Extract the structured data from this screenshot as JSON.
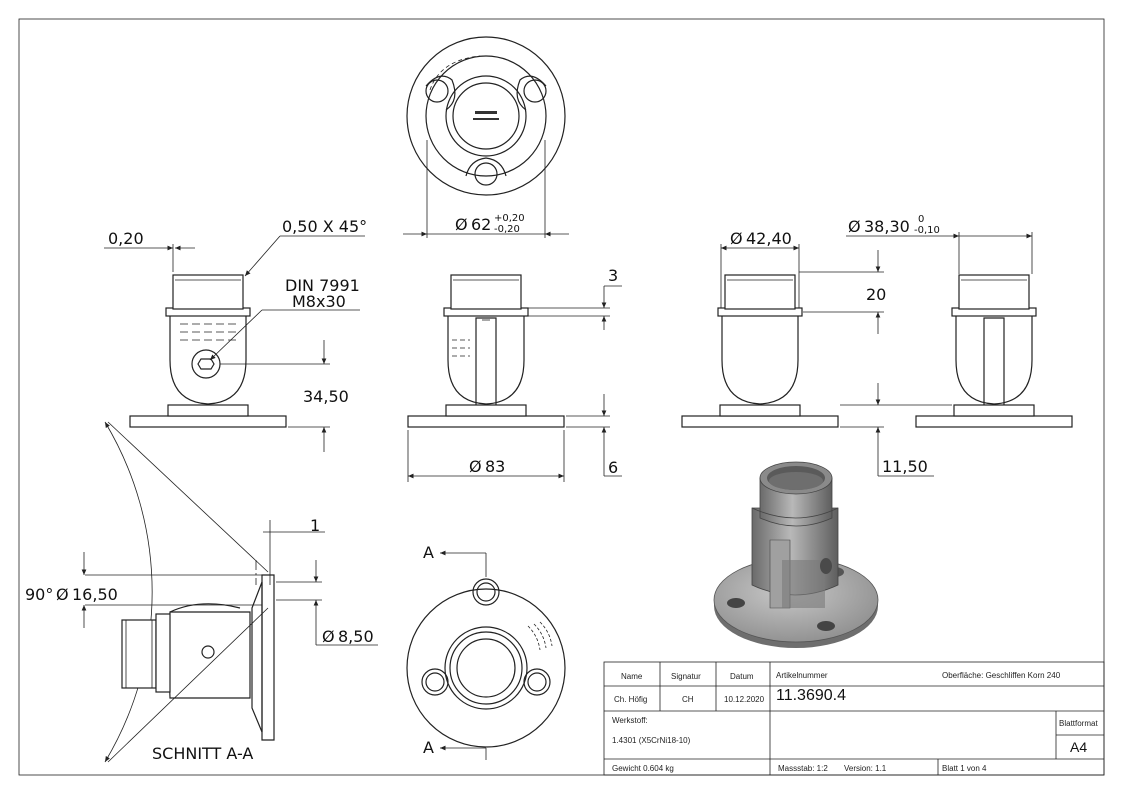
{
  "dimensions": {
    "d_0_20": "0,20",
    "chamfer": "0,50 X 45°",
    "din": "DIN 7991",
    "screw": "M8x30",
    "h_34_50": "34,50",
    "d62": "62",
    "d62_tol_upper": "+0,20",
    "d62_tol_lower": "-0,20",
    "h3": "3",
    "d83": "83",
    "h6": "6",
    "d42_40": "42,40",
    "d38_30": "38,30",
    "d38_tol_upper": "0",
    "d38_tol_lower": "-0,10",
    "h20": "20",
    "h11_50": "11,50",
    "dim1": "1",
    "angle": "90°",
    "d16_50": "16,50",
    "d8_50": "8,50",
    "diameter_symbol": "Ø"
  },
  "section": {
    "label": "SCHNITT A-A",
    "marker": "A"
  },
  "title_block": {
    "h_name": "Name",
    "h_signatur": "Signatur",
    "h_datum": "Datum",
    "name": "Ch. Höfig",
    "signatur": "CH",
    "datum": "10.12.2020",
    "artikel_label": "Artikelnummer",
    "artikel": "11.3690.4",
    "oberflaeche": "Oberfläche:  Geschliffen Korn 240",
    "werkstoff_label": "Werkstoff:",
    "werkstoff": "1.4301 (X5CrNi18-10)",
    "blattformat_label": "Blattformat",
    "blattformat": "A4",
    "gewicht": "Gewicht 0.604 kg",
    "massstab": "Massstab: 1:2",
    "version": "Version: 1.1",
    "blatt": "Blatt 1 von 4"
  },
  "colors": {
    "line": "#222222",
    "render_dark": "#5a5a5a",
    "render_mid": "#8c8c8c",
    "render_light": "#b5b5b5"
  }
}
